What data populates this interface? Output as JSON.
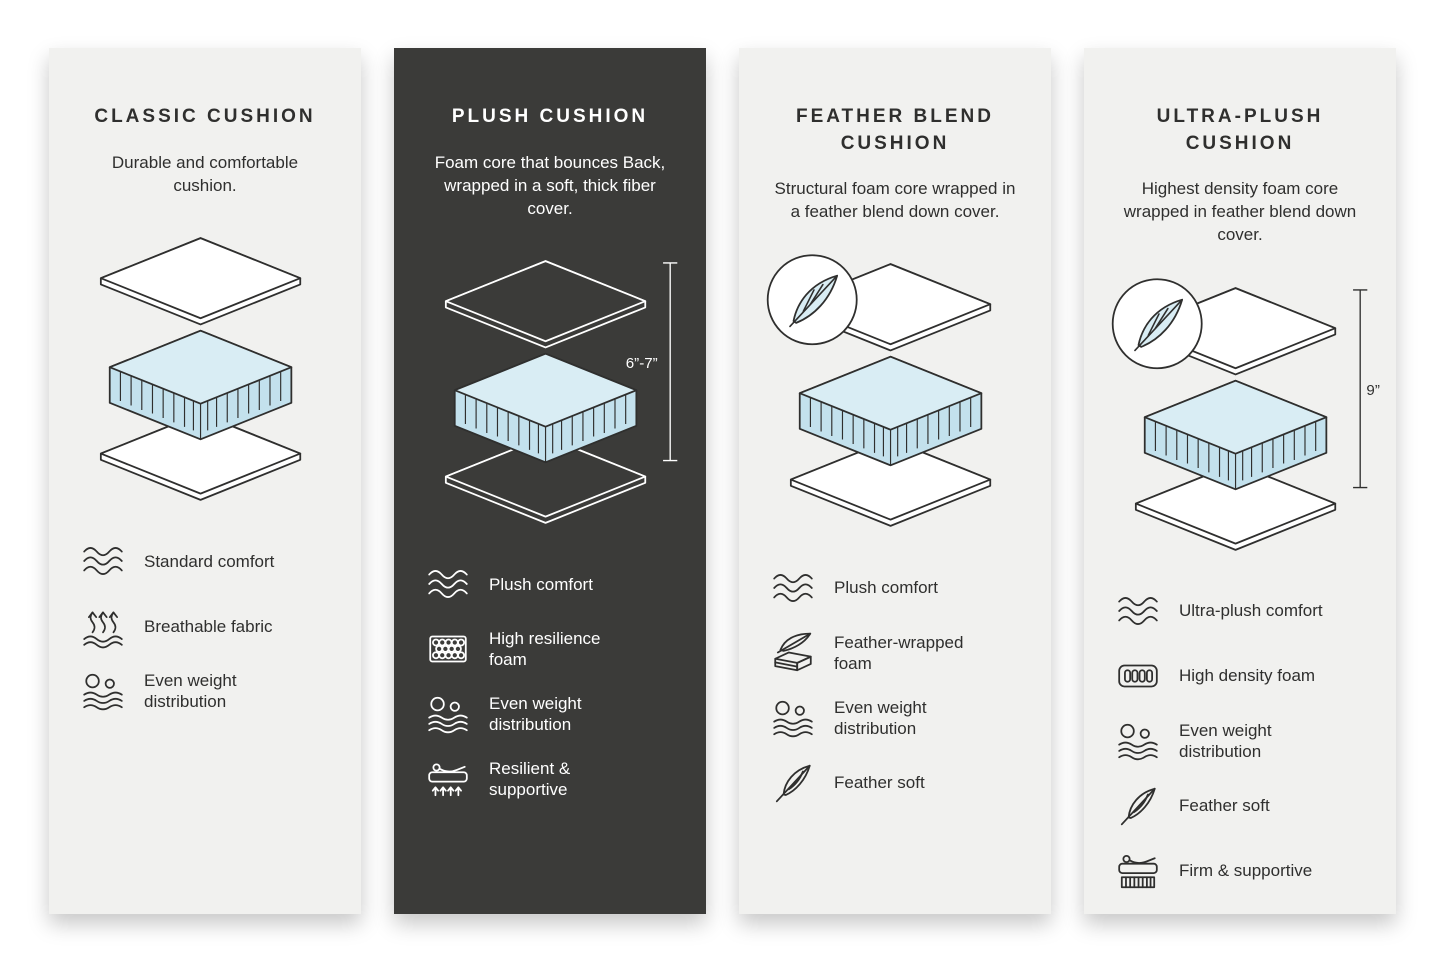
{
  "colors": {
    "page_bg": "#ffffff",
    "card_bg_light": "#f1f1ef",
    "card_bg_dark": "#3b3b39",
    "foam_blue": "#c3e1ed",
    "foam_blue_top": "#d9edf4",
    "line_dark": "#2f2f2e",
    "line_light": "#ffffff"
  },
  "columns": [
    {
      "title": "CLASSIC CUSHION",
      "description": "Durable and comfortable cushion.",
      "theme": "light",
      "features": [
        {
          "icon": "wave-comfort-icon",
          "label": "Standard comfort"
        },
        {
          "icon": "breathable-fabric-icon",
          "label": "Breathable fabric"
        },
        {
          "icon": "even-weight-icon",
          "label": "Even weight\ndistribution"
        }
      ]
    },
    {
      "title": "PLUSH CUSHION",
      "description": "Foam core that bounces Back, wrapped in a soft, thick fiber cover.",
      "theme": "dark",
      "measurement": "6”-7”",
      "features": [
        {
          "icon": "wave-comfort-icon",
          "label": "Plush comfort"
        },
        {
          "icon": "honeycomb-foam-icon",
          "label": "High resilience\nfoam"
        },
        {
          "icon": "even-weight-icon",
          "label": "Even weight\ndistribution"
        },
        {
          "icon": "resilient-supportive-icon",
          "label": "Resilient &\nsupportive"
        }
      ]
    },
    {
      "title": "FEATHER BLEND CUSHION",
      "description": "Structural foam core wrapped in a feather blend down cover.",
      "theme": "light",
      "badge": "feather-badge",
      "features": [
        {
          "icon": "wave-comfort-icon",
          "label": "Plush comfort"
        },
        {
          "icon": "feather-wrapped-foam-icon",
          "label": "Feather-wrapped\nfoam"
        },
        {
          "icon": "even-weight-icon",
          "label": "Even weight\ndistribution"
        },
        {
          "icon": "feather-icon",
          "label": "Feather soft"
        }
      ]
    },
    {
      "title": "ULTRA-PLUSH CUSHION",
      "description": "Highest density foam core wrapped in feather blend down cover.",
      "theme": "light",
      "badge": "feather-badge",
      "measurement": "9”",
      "features": [
        {
          "icon": "wave-comfort-icon",
          "label": "Ultra-plush comfort"
        },
        {
          "icon": "high-density-foam-icon",
          "label": "High density foam"
        },
        {
          "icon": "even-weight-icon",
          "label": "Even weight\ndistribution"
        },
        {
          "icon": "feather-icon",
          "label": "Feather soft"
        },
        {
          "icon": "firm-supportive-icon",
          "label": "Firm & supportive"
        }
      ]
    }
  ]
}
